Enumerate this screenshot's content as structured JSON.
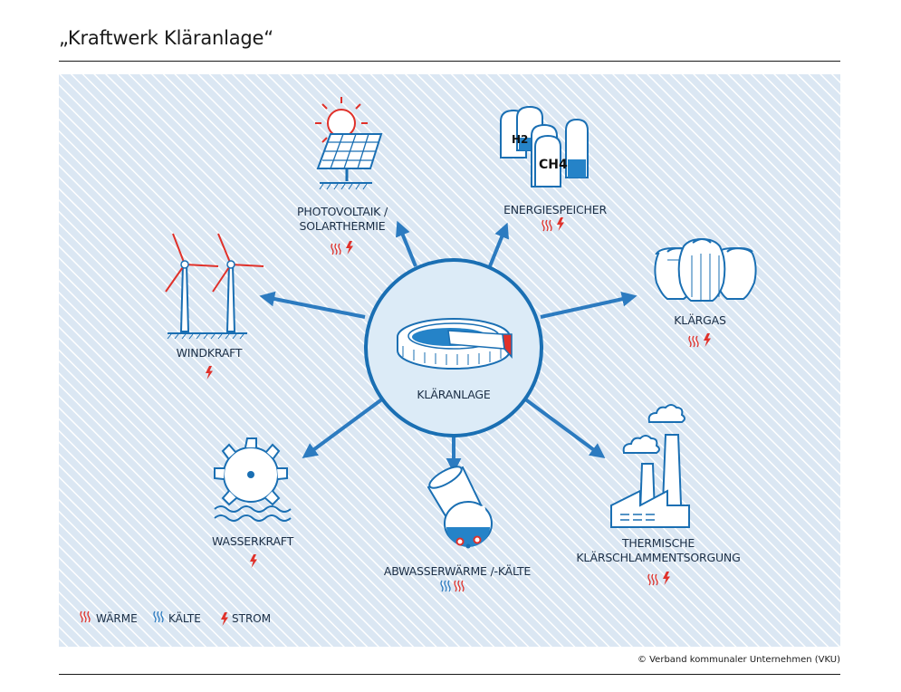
{
  "title": "„Kraftwerk Kläranlage“",
  "credit": "© Verband kommunaler Unternehmen (VKU)",
  "colors": {
    "background_panel": "#dbe7f3",
    "hatch": "#ffffff",
    "arrow_blue": "#2c7bc0",
    "icon_blue": "#1a6fb3",
    "accent_red": "#e0312a",
    "accent_blue_fill": "#1f82c8"
  },
  "center": {
    "label": "KLÄRANLAGE"
  },
  "nodes": {
    "photovoltaik": {
      "line1": "PHOTOVOLTAIK /",
      "line2": "SOLARTHERMIE"
    },
    "energiespeicher": {
      "label": "ENERGIESPEICHER",
      "tank1": "H2",
      "tank2": "CH4"
    },
    "klaergas": {
      "label": "KLÄRGAS"
    },
    "windkraft": {
      "label": "WINDKRAFT"
    },
    "wasserkraft": {
      "label": "WASSERKRAFT"
    },
    "abwasser": {
      "label": "ABWASSERWÄRME /-KÄLTE"
    },
    "thermische": {
      "line1": "THERMISCHE",
      "line2": "KLÄRSCHLAMMENTSORGUNG"
    }
  },
  "legend": {
    "waerme": "WÄRME",
    "kaelte": "KÄLTE",
    "strom": "STROM"
  }
}
